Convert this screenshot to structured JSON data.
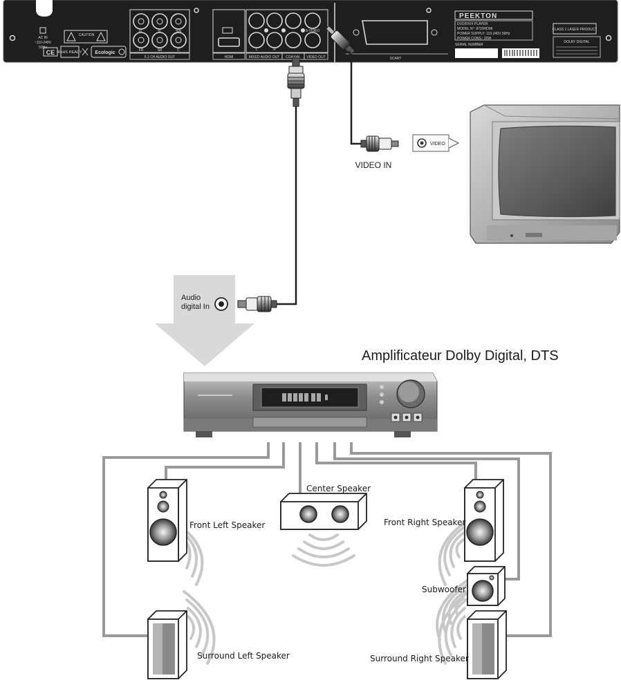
{
  "player": {
    "brand": "PEEKTON",
    "model_lines": [
      "DVD/DIVX PLAYER",
      "MODEL N°: 8720HDMI",
      "POWER SUPPLY: 110-240V 50Hz",
      "POWER CONS.: 20W"
    ],
    "serial_label": "SERIAL NUMBER",
    "ac_in": [
      "AC IN",
      "~110-240V",
      "50Hz"
    ],
    "caution": "CAUTION",
    "badges": [
      "CE",
      "RoHS READY",
      "Ecologic"
    ],
    "port_labels": {
      "audio_51": "5.1 CH AUDIO OUT",
      "hdmi": "HDMI",
      "mixed_audio": "MIXED AUDIO OUT",
      "coaxial": "COAXIAL",
      "video_out": "VIDEO OUT",
      "scart": "SCART"
    },
    "jack_letters": [
      "FL",
      "SL",
      "SW",
      "FR",
      "SR",
      "C",
      "L",
      "R",
      "S-VIDEO"
    ],
    "laser_label": "CLASS 1 LASER PRODUCT",
    "dolby_label": "DOLBY DIGITAL"
  },
  "tv": {
    "input_label": "VIDEO",
    "video_in_label": "VIDEO IN"
  },
  "amplifier": {
    "title": "Amplificateur Dolby Digital, DTS",
    "input_label_line1": "Audio",
    "input_label_line2": "digital In"
  },
  "speakers": {
    "front_left": "Front Left Speaker",
    "center": "Center Speaker",
    "front_right": "Front Right Speaker",
    "subwoofer": "Subwoofer",
    "surround_left": "Surround Left Speaker",
    "surround_right": "Surround Right Speaker"
  },
  "colors": {
    "device_dark": "#1e1e1e",
    "cable": "#9a9a9a",
    "amp_body": "#8c8c8c",
    "arrow": "#d9d9d9"
  }
}
